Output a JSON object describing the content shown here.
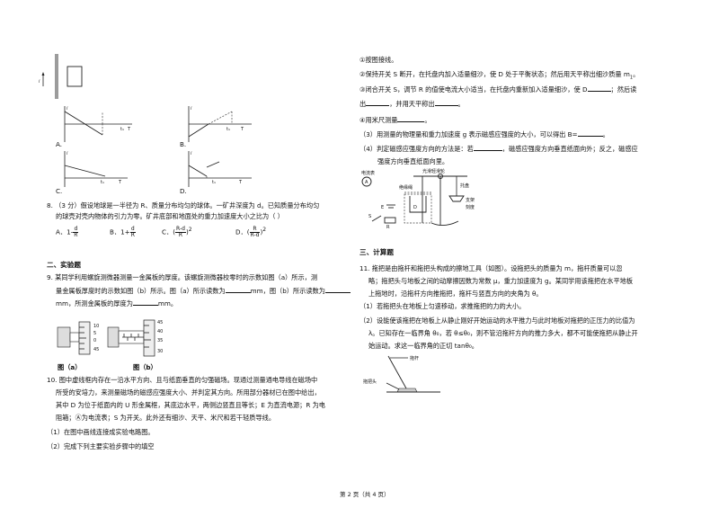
{
  "graph_labels": {
    "a": "A.",
    "b": "B.",
    "c": "C.",
    "d": "D.",
    "axis_y": "i",
    "axis_x": "t",
    "t1": "t₁",
    "T": "T",
    "fig_i": "i"
  },
  "q8": {
    "line1": "8.  （3 分）假设地球是一半径为 R、质量分布均匀的球体。一矿井深度为 d。已知质量分布均匀",
    "line2": "的球壳对壳内物体的引力为零。矿井底部和地面处的重力加速度大小之比为（      ）",
    "optA_label": "A．",
    "optA_pre": "1-",
    "optB_label": "B．",
    "optB_pre": "1+",
    "optC_label": "C．",
    "optD_label": "D．",
    "frac_num": "d",
    "frac_den": "R",
    "c_num": "R-d",
    "c_den": "R",
    "d_num": "R",
    "d_den": "R-d",
    "sq": "2"
  },
  "sec2": {
    "title": "二、实验题"
  },
  "q9": {
    "line1a": "9.  某同学利用螺旋测微器测量一金属板的厚度。该螺旋测微器校零时的示数如图（a）所示，测",
    "line2a": "量金属板厚度时的示数如图（b）所示。图（a）所示读数为",
    "line2b": "mm，图（b）所示读数为",
    "line3a": "mm，所测金属板的厚度为",
    "line3b": "mm。",
    "fig_a": "图（a）",
    "fig_b": "图（b）",
    "ticks_a": [
      "10",
      "5",
      "0",
      "45"
    ],
    "ticks_b": [
      "45",
      "40",
      "35",
      "30"
    ]
  },
  "q10": {
    "line1": "10.  图中虚线框内存在一沿水平方向、且与纸面垂直的匀强磁场。现通过测量通电导线在磁场中",
    "line2": "所受的安培力，来测量磁场的磁感应强度大小、并判定其方向。所用部分器材已在图中给出，",
    "line3": "其中 D 为位于纸面内的 U 形金属框，其底边水平，两侧边竖直且等长；E 为直流电源；R 为电",
    "line4": "阻箱；Ⓐ为电流表；S 为开关。此外还有细沙、天平、米尺和若干轻质导线。",
    "sub1": "（1）在图中画线连接成实验电路图。",
    "sub2": "（2）完成下列主要实验步骤中的填空"
  },
  "steps": {
    "s1": "①按图接线。",
    "s2a": "②保持开关 S 断开，在托盘内加入适量细沙，使 D 处于平衡状态；然后用天平称出细沙质量 m",
    "s2sub": "1",
    "s2b": "。",
    "s3a": "③闭合开关 S，调节 R 的值使电流大小适当，在托盘内重新加入适量细沙，使 D",
    "s3b": "；然后读",
    "s3c": "出",
    "s3d": "，并用天平称出",
    "s3e": "。",
    "s4a": "④用米尺测量",
    "s4b": "。",
    "sub3a": "（3）用测量的物理量和重力加速度 g 表示磁感应强度的大小，可以得出 B=",
    "sub3b": "。",
    "sub4a": "（4）判定磁感应强度方向的方法是：若",
    "sub4b": "，磁感应强度方向垂直纸面向外；反之，磁感应",
    "sub4c": "强度方向垂直纸面向里。"
  },
  "apparatus": {
    "ammeter": "电流表",
    "tray": "托盘",
    "pulley": "光滑轻滑轮",
    "frame": "支架",
    "scale": "刻度",
    "insulator": "绝缘绳",
    "thread": "细线",
    "D": "D",
    "E": "E",
    "S": "S",
    "R": "R"
  },
  "sec3": {
    "title": "三、计算题"
  },
  "q11": {
    "line1": "11.  拖把是由拖杆和拖把头构成的擦地工具（如图）。设拖把头的质量为 m，拖杆质量可以忽",
    "line2": "略；拖把头与地板之间的动摩擦因数为常数 μ，重力加速度为 g。某同学用该拖把在水平地板",
    "line3": "上拖地时，沿拖杆方向推拖把，拖杆与竖直方向的夹角为 θ。",
    "line4": "（1）若拖把头在地板上匀速移动，求推拖把的力的大小。",
    "line5": "（2）设能使该拖把在地板上从静止刚好开始运动的水平推力与此时地板对拖把的正压力的比值为",
    "line6": "λ。已知存在一临界角 θ₀，若 θ≤θ₀，则不管沿拖杆方向的推力多大，都不可能使拖把从静止开",
    "line7": "始运动。求这一临界角的正切 tanθ₀。",
    "fig_rod": "拖杆",
    "fig_head": "拖把头"
  },
  "footer": {
    "text": "第 2 页（共 4 页）"
  }
}
